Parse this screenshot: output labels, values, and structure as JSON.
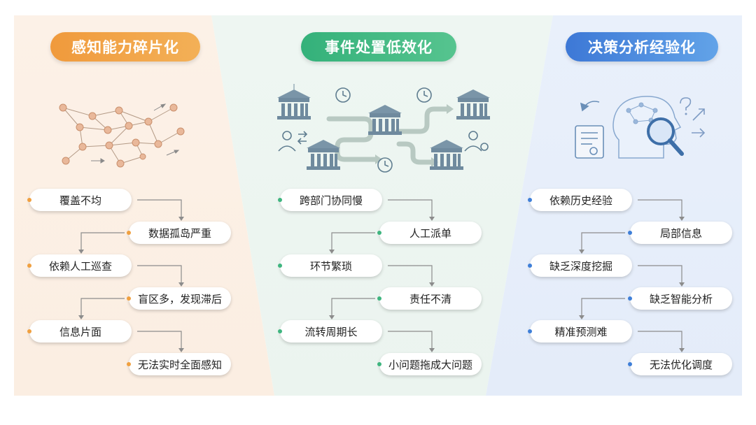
{
  "panels": [
    {
      "title": "感知能力碎片化",
      "accent": "#f0a040",
      "items": [
        "覆盖不均",
        "数据孤岛严重",
        "依赖人工巡查",
        "盲区多，发现滞后",
        "信息片面",
        "无法实时全面感知"
      ]
    },
    {
      "title": "事件处置低效化",
      "accent": "#3fb57f",
      "items": [
        "跨部门协同慢",
        "人工派单",
        "环节繁琐",
        "责任不清",
        "流转周期长",
        "小问题拖成大问题"
      ]
    },
    {
      "title": "决策分析经验化",
      "accent": "#3f7fd8",
      "items": [
        "依赖历史经验",
        "局部信息",
        "缺乏深度挖掘",
        "缺乏智能分析",
        "精准预测难",
        "无法优化调度"
      ]
    }
  ],
  "icons": {
    "p1": "network-graph-icon",
    "p2": "government-building-flow-icon",
    "p3": "brain-analysis-icon"
  }
}
